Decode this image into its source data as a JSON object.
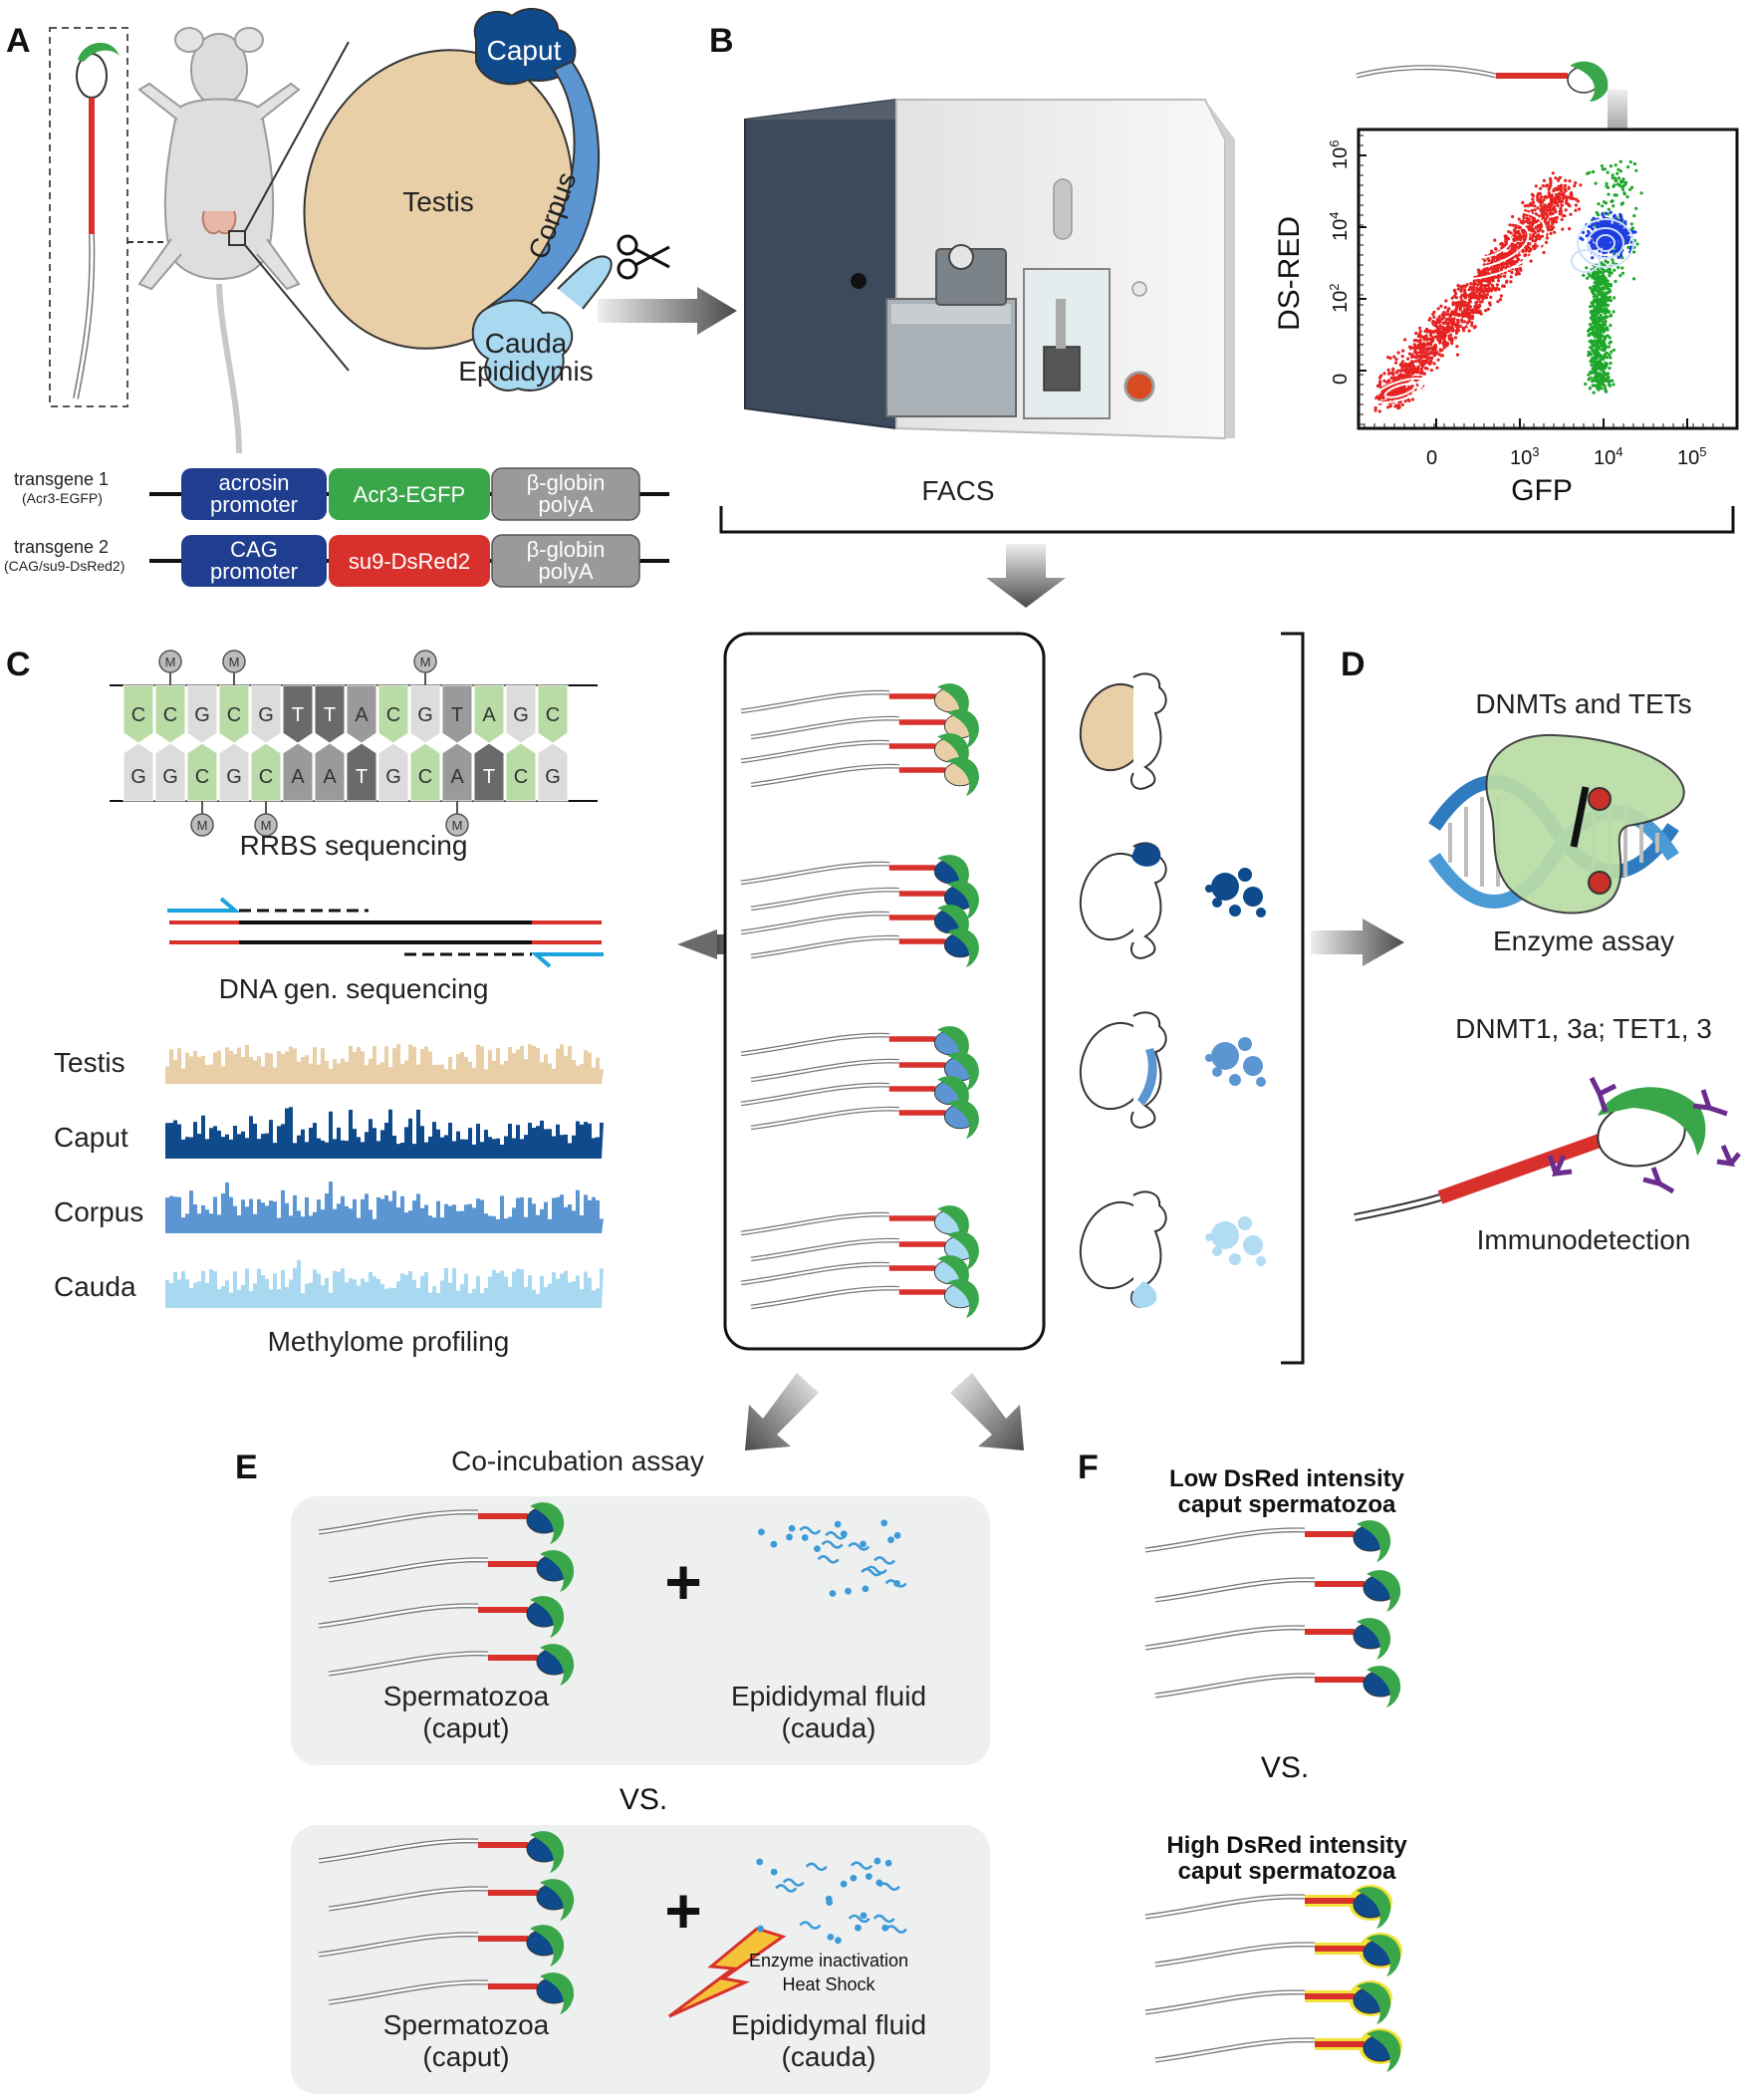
{
  "panels": {
    "A": {
      "letter": "A",
      "organs": {
        "testis": "Testis",
        "caput": "Caput",
        "corpus": "Corpus",
        "cauda": "Cauda",
        "epididymis": "Epididymis"
      },
      "transgenes": [
        {
          "name": "transgene 1",
          "sub": "(Acr3-EGFP)",
          "promoter_line1": "acrosin",
          "promoter_line2": "promoter",
          "gene": "Acr3-EGFP",
          "polyA_line1": "β-globin",
          "polyA_line2": "polyA",
          "gene_color": "#3aa64a"
        },
        {
          "name": "transgene 2",
          "sub": "(CAG/su9-DsRed2)",
          "promoter_line1": "CAG",
          "promoter_line2": "promoter",
          "gene": "su9-DsRed2",
          "polyA_line1": "β-globin",
          "polyA_line2": "polyA",
          "gene_color": "#d8312c"
        }
      ]
    },
    "B": {
      "letter": "B",
      "facs_label": "FACS",
      "plot": {
        "ylabel": "DS-RED",
        "xlabel": "GFP",
        "y_ticks": [
          {
            "base": "10",
            "exp": "6"
          },
          {
            "base": "10",
            "exp": "4"
          },
          {
            "base": "10",
            "exp": "2"
          },
          {
            "base": "0",
            "exp": ""
          }
        ],
        "x_ticks": [
          {
            "base": "0",
            "exp": ""
          },
          {
            "base": "10",
            "exp": "3"
          },
          {
            "base": "10",
            "exp": "4"
          },
          {
            "base": "10",
            "exp": "5"
          }
        ]
      }
    },
    "C": {
      "letter": "C",
      "top_strand": [
        "C",
        "C",
        "G",
        "C",
        "G",
        "T",
        "T",
        "A",
        "C",
        "G",
        "T",
        "A",
        "G",
        "C"
      ],
      "bottom_strand": [
        "G",
        "G",
        "C",
        "G",
        "C",
        "A",
        "A",
        "T",
        "G",
        "C",
        "A",
        "T",
        "C",
        "G"
      ],
      "methyl_mark": "M",
      "rrbs_label": "RRBS sequencing",
      "dna_label": "DNA gen. sequencing",
      "methylome_label": "Methylome profiling",
      "tracks": [
        {
          "label": "Testis",
          "color": "#e8cfa7"
        },
        {
          "label": "Caput",
          "color": "#0e4a8c"
        },
        {
          "label": "Corpus",
          "color": "#5b96d3"
        },
        {
          "label": "Cauda",
          "color": "#a9d8f1"
        }
      ]
    },
    "D": {
      "letter": "D",
      "dnmt_title": "DNMTs and TETs",
      "enzyme_label": "Enzyme assay",
      "immuno_title": "DNMT1, 3a; TET1, 3",
      "immuno_label": "Immunodetection"
    },
    "E": {
      "letter": "E",
      "title": "Co-incubation assay",
      "sperm_line1": "Spermatozoa",
      "sperm_line2": "(caput)",
      "fluid_line1": "Epididymal fluid",
      "fluid_line2": "(cauda)",
      "plus": "+",
      "vs": "VS.",
      "inactivation_line1": "Enzyme inactivation",
      "inactivation_line2": "Heat Shock"
    },
    "F": {
      "letter": "F",
      "low_line1": "Low DsRed intensity",
      "low_line2": "caput spermatozoa",
      "vs": "VS.",
      "high_line1": "High DsRed intensity",
      "high_line2": "caput spermatozoa"
    }
  },
  "colors": {
    "gfp_green": "#3aa64a",
    "dsred_red": "#d8312c",
    "promoter_blue": "#1f3e8f",
    "polyA_gray": "#9a9a9a",
    "testis_tan": "#e8cfa7",
    "caput_blue": "#0e4a8c",
    "corpus_blue": "#5b96d3",
    "cauda_blue": "#a9d8f1",
    "panel_gray": "#eef0f0",
    "highlight_yellow": "#f2e23a"
  }
}
